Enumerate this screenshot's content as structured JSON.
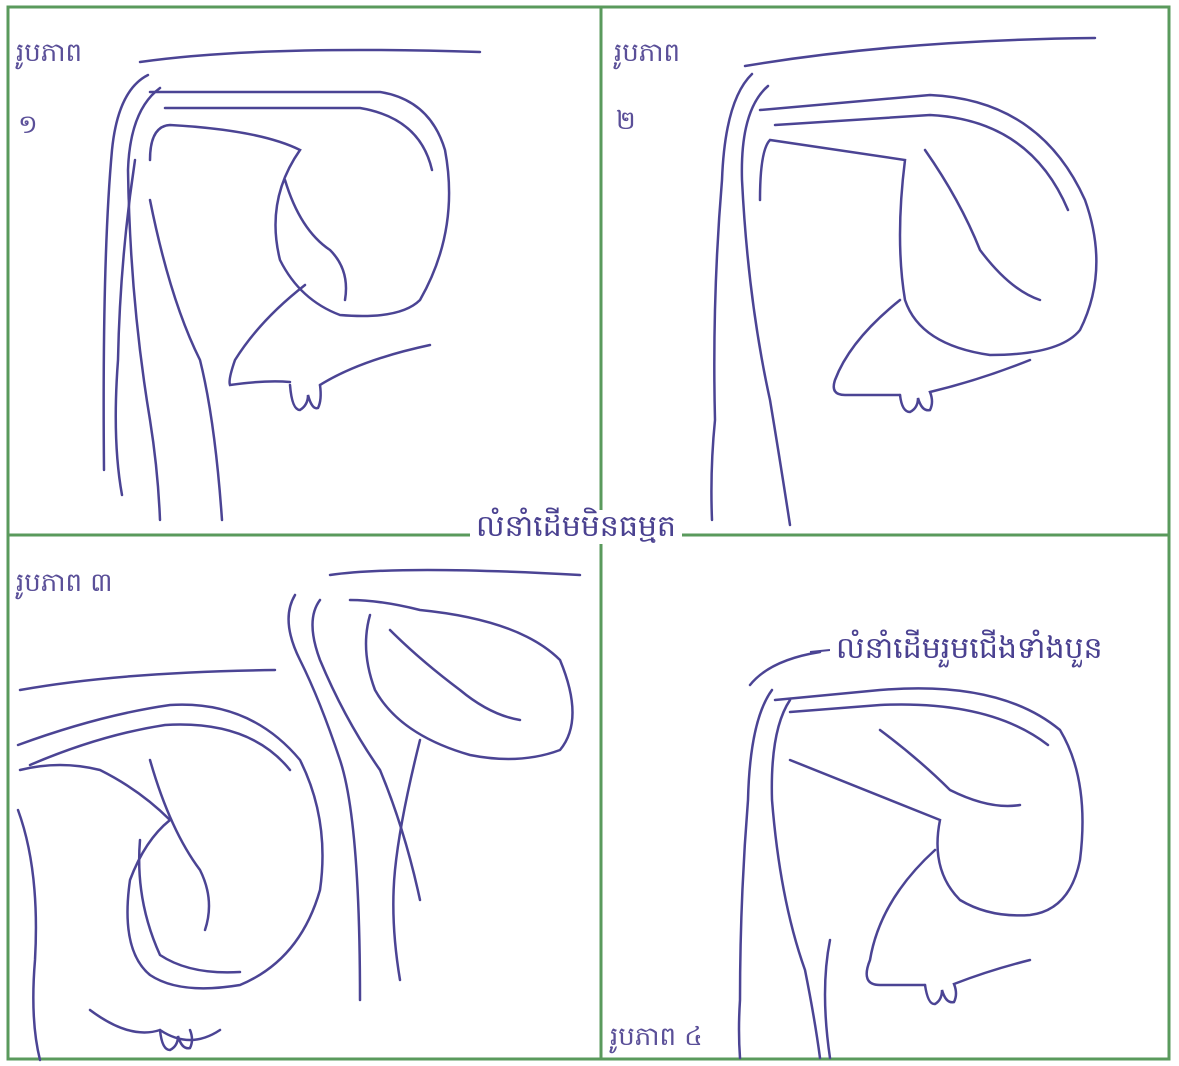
{
  "figure": {
    "panel1": {
      "label": "រូបភាព",
      "number": "១"
    },
    "panel2": {
      "label": "រូបភាព",
      "number": "២"
    },
    "panel3": {
      "label": "រូបភាព ៣"
    },
    "panel4": {
      "label": "រូបភាព ៤"
    },
    "caption_abnormal": "លំនាំដើមមិនធម្មត",
    "caption_four_legs": "លំនាំដើមរួមជើងទាំងបួន"
  },
  "colors": {
    "frame": "#5a9a5c",
    "line": "#4b4494",
    "text": "#5a4f98"
  }
}
